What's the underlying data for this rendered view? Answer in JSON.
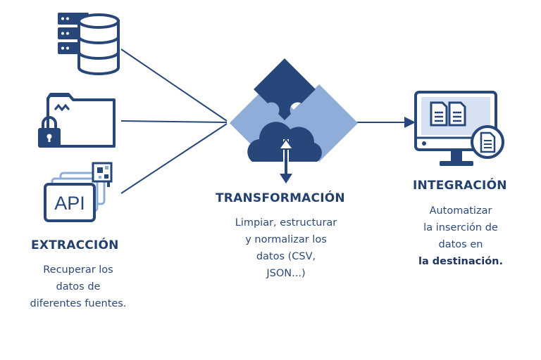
{
  "colors": {
    "dark_blue": "#27467a",
    "light_blue": "#8fadd9",
    "text_heading": "#24406f",
    "text_body": "#2b4a78"
  },
  "icons": {
    "source_1": "database-server-icon",
    "source_2": "locked-folder-icon",
    "source_3": "api-icon",
    "transform": "puzzle-cloud-icon",
    "destination": "monitor-documents-icon"
  },
  "extraction": {
    "title": "EXTRACCIÓN",
    "desc_lines": [
      "Recuperar los",
      "datos de",
      "diferentes fuentes."
    ],
    "api_label": "API"
  },
  "transformation": {
    "title": "TRANSFORMACIÓN",
    "desc_lines": [
      "Limpiar, estructurar",
      "y normalizar los",
      "datos (CSV,",
      "JSON...)"
    ]
  },
  "integration": {
    "title": "INTEGRACIÓN",
    "desc_lines": [
      "Automatizar",
      "la inserción de",
      "datos en"
    ],
    "desc_bold": "la destinación."
  }
}
